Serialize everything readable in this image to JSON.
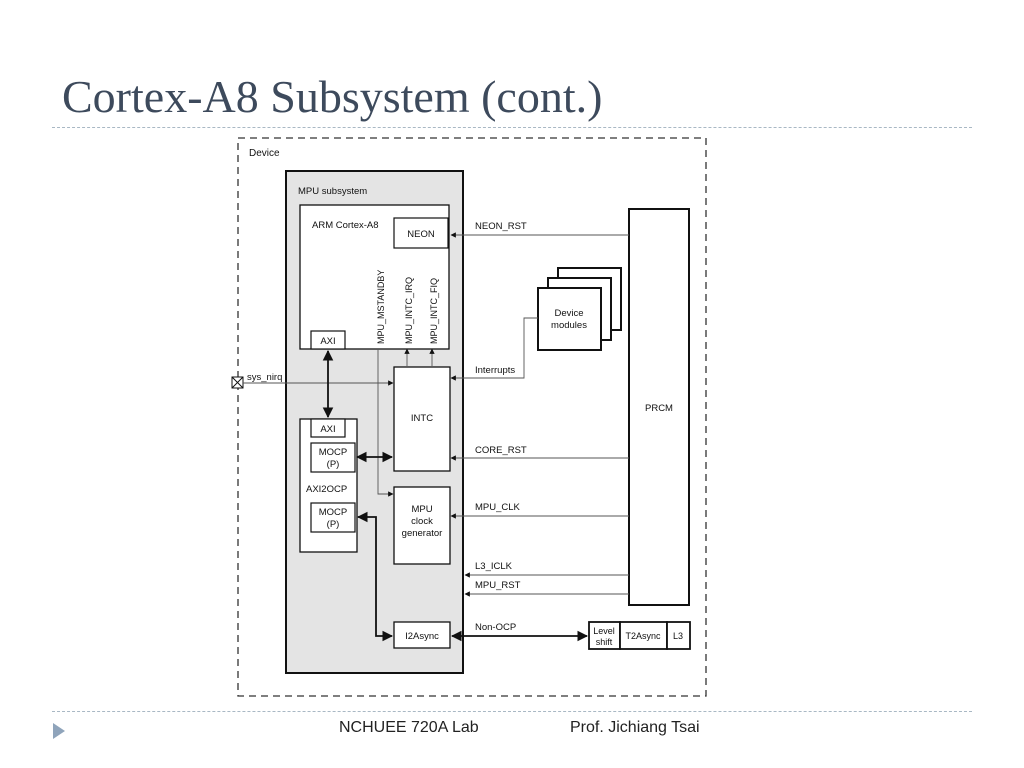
{
  "slide": {
    "title": "Cortex-A8 Subsystem (cont.)"
  },
  "diagram": {
    "device_label": "Device",
    "mpu_subsystem_label": "MPU subsystem",
    "arm_label": "ARM Cortex-A8",
    "neon": "NEON",
    "axi_top": "AXI",
    "sig_mstandby": "MPU_MSTANDBY",
    "sig_irq": "MPU_INTC_IRQ",
    "sig_fiq": "MPU_INTC_FIQ",
    "axi_bottom": "AXI",
    "mocp_top": [
      "MOCP",
      "(P)"
    ],
    "axi2ocp": "AXI2OCP",
    "mocp_bottom": [
      "MOCP",
      "(P)"
    ],
    "intc": "INTC",
    "clock_gen": [
      "MPU",
      "clock",
      "generator"
    ],
    "i2async": "I2Async",
    "device_modules": [
      "Device",
      "modules"
    ],
    "prcm": "PRCM",
    "sys_nirq": "sys_nirq",
    "neon_rst": "NEON_RST",
    "interrupts": "Interrupts",
    "core_rst": "CORE_RST",
    "mpu_clk": "MPU_CLK",
    "l3_iclk": "L3_ICLK",
    "mpu_rst": "MPU_RST",
    "non_ocp": "Non-OCP",
    "level_shift": [
      "Level",
      "shift"
    ],
    "t2async": "T2Async",
    "l3": "L3"
  },
  "footer": {
    "lab": "NCHUEE 720A Lab",
    "professor": "Prof. Jichiang Tsai"
  },
  "colors": {
    "title": "#3d4a5c",
    "rule": "#a9b8c4",
    "bullet": "#8fa4bb",
    "mpu_fill": "#e4e4e4"
  },
  "icons": {
    "footer_bullet": "triangle-right-icon"
  }
}
